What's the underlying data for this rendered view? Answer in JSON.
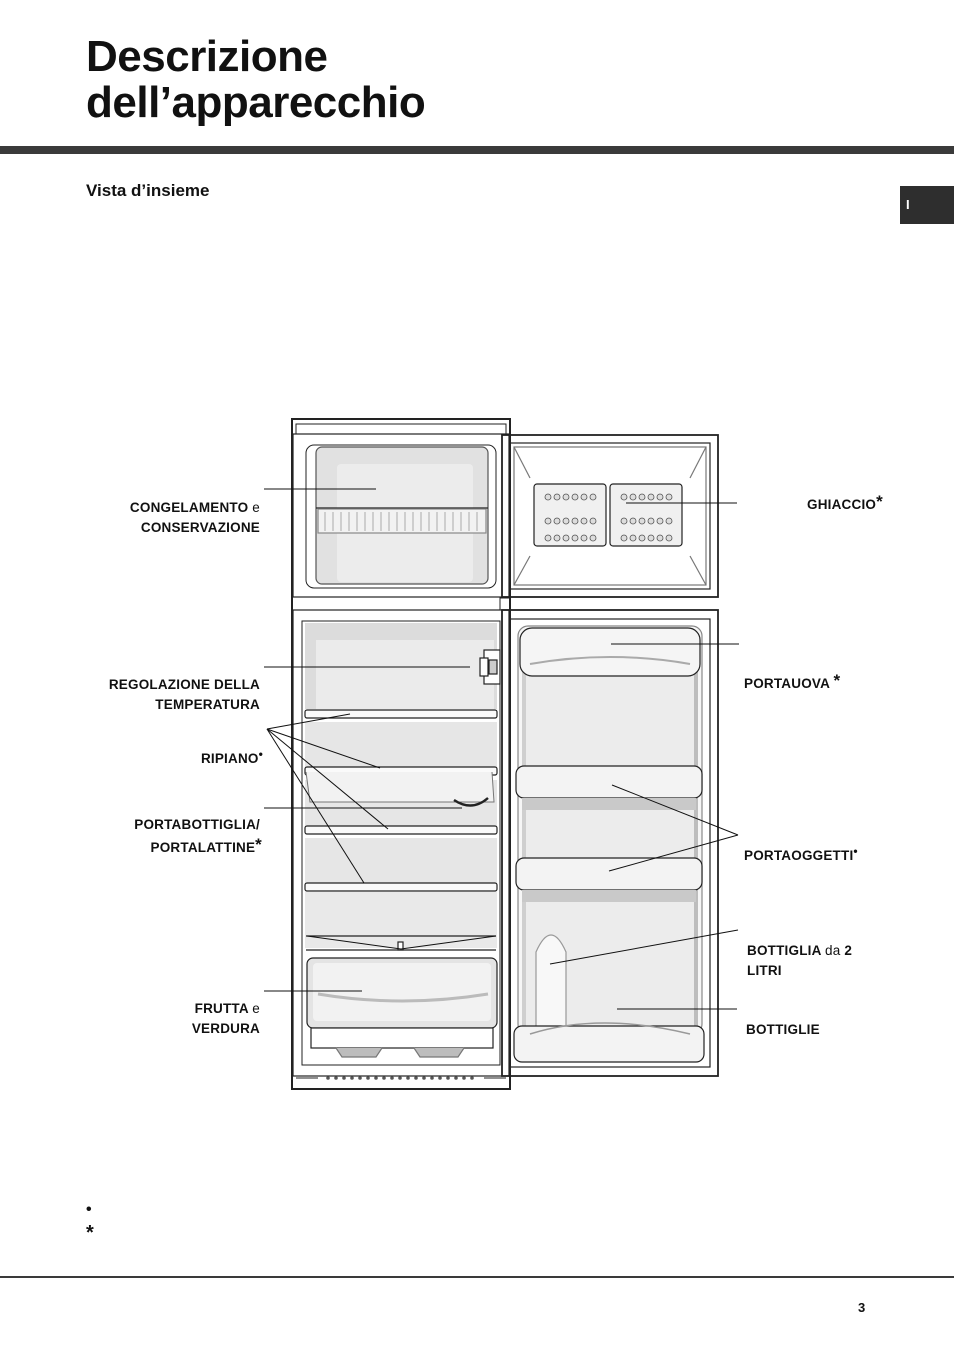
{
  "header": {
    "title_line1": "Descrizione",
    "title_line2": "dell’apparecchio",
    "subtitle": "Vista d’insieme",
    "language_tab": "I"
  },
  "labels": {
    "congelamento": {
      "bold1": "CONGELAMENTO",
      "light": "e",
      "bold2": "CONSERVAZIONE"
    },
    "regolazione": {
      "line1": "REGOLAZIONE DELLA",
      "line2": "TEMPERATURA"
    },
    "ripiano": {
      "text": "RIPIANO",
      "mark": "•"
    },
    "portabottiglia": {
      "line1": "PORTABOTTIGLIA/",
      "line2": "PORTALATTINE",
      "mark": "*"
    },
    "frutta": {
      "bold1": "FRUTTA",
      "light": "e",
      "bold2": "VERDURA"
    },
    "ghiaccio": {
      "text": "GHIACCIO",
      "mark": "*"
    },
    "portauova": {
      "text": "PORTAUOVA",
      "mark": "*"
    },
    "portaoggetti": {
      "text": "PORTAOGGETTI",
      "mark": "•"
    },
    "bottiglia": {
      "bold1": "BOTTIGLIA",
      "light": "da",
      "bold2": "2",
      "line2": "LITRI"
    },
    "bottiglie": {
      "text": "BOTTIGLIE"
    }
  },
  "footnotes": {
    "bullet": "•",
    "star": "*"
  },
  "footer": {
    "page_number": "3"
  }
}
